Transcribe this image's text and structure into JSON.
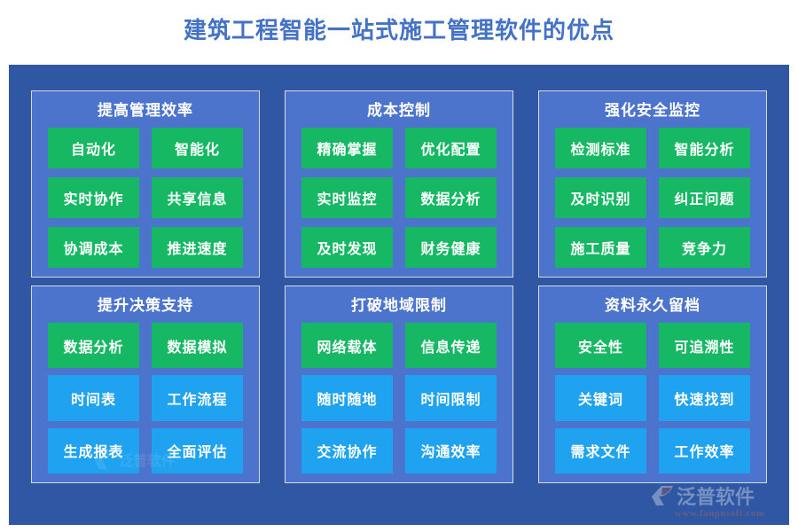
{
  "page": {
    "title": "建筑工程智能一站式施工管理软件的优点",
    "background_color": "#ffffff",
    "panel_color": "#2f57a3",
    "card_color": "#4c74cd",
    "tag_green": "#16b863",
    "tag_blue": "#1fa2f0",
    "title_color": "#4472c4"
  },
  "cards": [
    {
      "title": "提高管理效率",
      "tags": [
        {
          "label": "自动化",
          "color": "green"
        },
        {
          "label": "智能化",
          "color": "green"
        },
        {
          "label": "实时协作",
          "color": "green"
        },
        {
          "label": "共享信息",
          "color": "green"
        },
        {
          "label": "协调成本",
          "color": "green"
        },
        {
          "label": "推进速度",
          "color": "green"
        }
      ]
    },
    {
      "title": "成本控制",
      "tags": [
        {
          "label": "精确掌握",
          "color": "green"
        },
        {
          "label": "优化配置",
          "color": "green"
        },
        {
          "label": "实时监控",
          "color": "green"
        },
        {
          "label": "数据分析",
          "color": "green"
        },
        {
          "label": "及时发现",
          "color": "green"
        },
        {
          "label": "财务健康",
          "color": "green"
        }
      ]
    },
    {
      "title": "强化安全监控",
      "tags": [
        {
          "label": "检测标准",
          "color": "green"
        },
        {
          "label": "智能分析",
          "color": "green"
        },
        {
          "label": "及时识别",
          "color": "green"
        },
        {
          "label": "纠正问题",
          "color": "green"
        },
        {
          "label": "施工质量",
          "color": "green"
        },
        {
          "label": "竞争力",
          "color": "green"
        }
      ]
    },
    {
      "title": "提升决策支持",
      "tags": [
        {
          "label": "数据分析",
          "color": "green"
        },
        {
          "label": "数据模拟",
          "color": "green"
        },
        {
          "label": "时间表",
          "color": "blue"
        },
        {
          "label": "工作流程",
          "color": "blue"
        },
        {
          "label": "生成报表",
          "color": "blue"
        },
        {
          "label": "全面评估",
          "color": "blue"
        }
      ]
    },
    {
      "title": "打破地域限制",
      "tags": [
        {
          "label": "网络载体",
          "color": "green"
        },
        {
          "label": "信息传递",
          "color": "green"
        },
        {
          "label": "随时随地",
          "color": "blue"
        },
        {
          "label": "时间限制",
          "color": "blue"
        },
        {
          "label": "交流协作",
          "color": "blue"
        },
        {
          "label": "沟通效率",
          "color": "blue"
        }
      ]
    },
    {
      "title": "资料永久留档",
      "tags": [
        {
          "label": "安全性",
          "color": "green"
        },
        {
          "label": "可追溯性",
          "color": "green"
        },
        {
          "label": "关键词",
          "color": "blue"
        },
        {
          "label": "快速找到",
          "color": "blue"
        },
        {
          "label": "需求文件",
          "color": "blue"
        },
        {
          "label": "工作效率",
          "color": "blue"
        }
      ]
    }
  ],
  "logo": {
    "brand": "泛普软件",
    "url": "www.fanpusoft.com"
  }
}
